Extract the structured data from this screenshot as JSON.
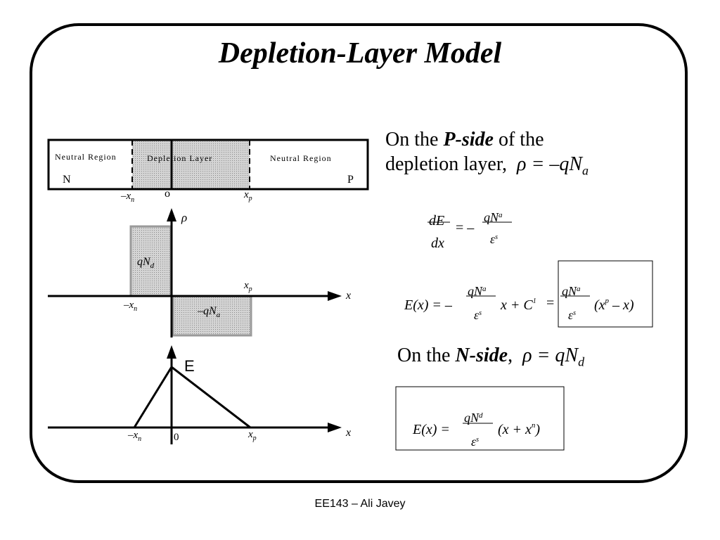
{
  "slide": {
    "title": "Depletion-Layer Model",
    "footer": "EE143 – Ali Javey"
  },
  "band": {
    "left_label": "Neutral Region",
    "middle_label": "Depletion Layer",
    "right_label": "Neutral Region",
    "n_label": "N",
    "p_label": "P",
    "minus_xn": "–x",
    "n_sub": "n",
    "origin": "o",
    "xp": "x",
    "p_sub": "p"
  },
  "rho_plot": {
    "axis_label": "ρ",
    "x_axis": "x",
    "qNd": "qN",
    "d_sub": "d",
    "neg_qNa": "–qN",
    "a_sub": "a",
    "minus_xn": "–x",
    "n_sub": "n",
    "xp": "x",
    "p_sub": "p"
  },
  "field_plot": {
    "axis_label": "E",
    "x_axis": "x",
    "minus_xn": "–x",
    "n_sub": "n",
    "zero": "0",
    "xp": "x",
    "p_sub": "p"
  },
  "text": {
    "p_line1_a": "On the ",
    "p_side": "P-side",
    "p_line1_b": " of the",
    "p_line2": "depletion layer,",
    "p_rho": "ρ = –qN",
    "p_rho_sub": "a",
    "n_line_a": "On the ",
    "n_side": "N-side",
    "n_line_b": ",",
    "n_rho": "ρ = qN",
    "n_rho_sub": "d"
  },
  "eq1": {
    "dE": "dE",
    "dx": "dx",
    "eq": "= –",
    "num": "qN",
    "num_sub": "a",
    "den": "ε",
    "den_sub": "s"
  },
  "eq2": {
    "lhs": "E(x) = –",
    "num": "qN",
    "num_sub": "a",
    "den": "ε",
    "den_sub": "s",
    "mid": "x + C",
    "c_sub": "1",
    "eq": "=",
    "num2": "qN",
    "num2_sub": "a",
    "den2": "ε",
    "den2_sub": "s",
    "rhs": "(x",
    "rhs_sup": "p",
    "rhs_end": " – x)"
  },
  "eq3": {
    "lhs": "E(x) =",
    "num": "qN",
    "num_sub": "d",
    "den": "ε",
    "den_sub": "s",
    "rhs": "(x + x",
    "rhs_sup": "n",
    "rhs_end": ")"
  }
}
